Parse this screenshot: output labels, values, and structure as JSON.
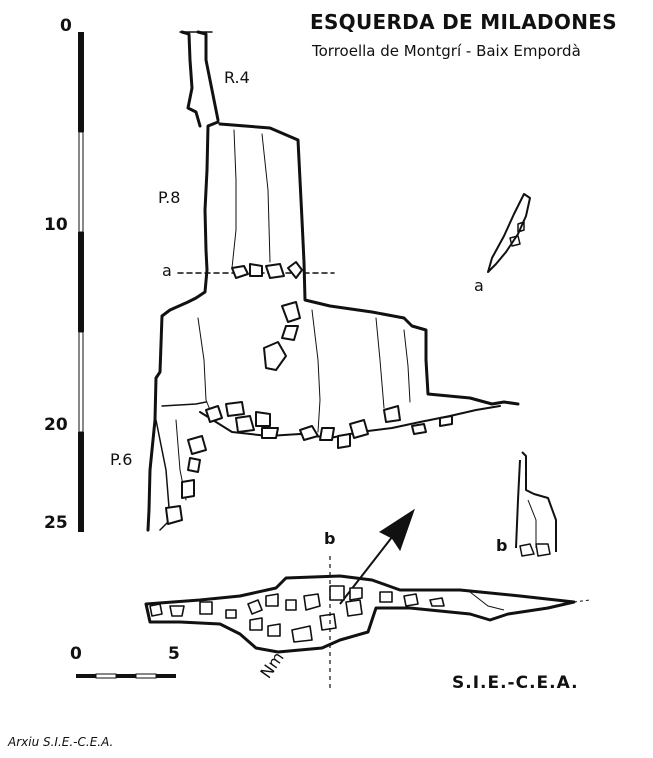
{
  "header": {
    "title": "ESQUERDA DE MILADONES",
    "subtitle": "Torroella de Montgrí  -  Baix Empordà"
  },
  "depth_scale": {
    "labels": [
      "0",
      "10",
      "20",
      "25"
    ]
  },
  "section_labels": {
    "r4": "R.4",
    "p8": "P.8",
    "p6": "P.6",
    "a_left": "a",
    "a_right": "a",
    "b_top": "b",
    "b_right": "b"
  },
  "horizontal_scale": {
    "start": "0",
    "end": "5"
  },
  "north_label": "Nm",
  "credit": "S.I.E.-C.E.A.",
  "archive": "Arxiu S.I.E.-C.E.A."
}
